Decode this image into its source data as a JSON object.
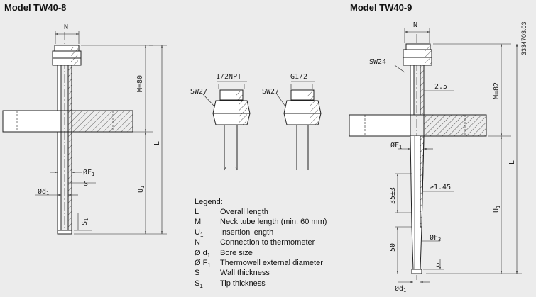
{
  "titles": {
    "left": "Model TW40-8",
    "right": "Model TW40-9"
  },
  "doc_number": "3334703.03",
  "labels_left": {
    "n": "N",
    "m80": "M=80",
    "l": "L",
    "u1": "U",
    "u1_sub": "1",
    "f1": "ØF",
    "f1_sub": "1",
    "s": "S",
    "d1": "Ød",
    "d1_sub": "1",
    "s1": "S",
    "s1_sub": "1"
  },
  "labels_mid": {
    "npt": "1/2NPT",
    "g12": "G1/2",
    "sw27a": "SW27",
    "sw27b": "SW27"
  },
  "labels_right": {
    "n": "N",
    "sw24": "SW24",
    "t25": "2.5",
    "m82": "M=82",
    "l": "L",
    "u1": "U",
    "u1_sub": "1",
    "f1": "ØF",
    "f1_sub": "1",
    "ge145": "≥1.45",
    "t35": "35±3",
    "f3": "ØF",
    "f3_sub": "3",
    "t50": "50",
    "t5": "5",
    "d1": "Ød",
    "d1_sub": "1"
  },
  "legend": {
    "title": "Legend:",
    "items": [
      {
        "sym": "L",
        "sub": "",
        "desc": "Overall length"
      },
      {
        "sym": "M",
        "sub": "",
        "desc": "Neck tube length (min. 60 mm)"
      },
      {
        "sym": "U",
        "sub": "1",
        "desc": "Insertion length"
      },
      {
        "sym": "N",
        "sub": "",
        "desc": "Connection to thermometer"
      },
      {
        "sym": "Ø d",
        "sub": "1",
        "desc": "Bore size"
      },
      {
        "sym": "Ø F",
        "sub": "1",
        "desc": "Thermowell external diameter"
      },
      {
        "sym": "S",
        "sub": "",
        "desc": "Wall thickness"
      },
      {
        "sym": "S",
        "sub": "1",
        "desc": "Tip thickness"
      }
    ]
  }
}
